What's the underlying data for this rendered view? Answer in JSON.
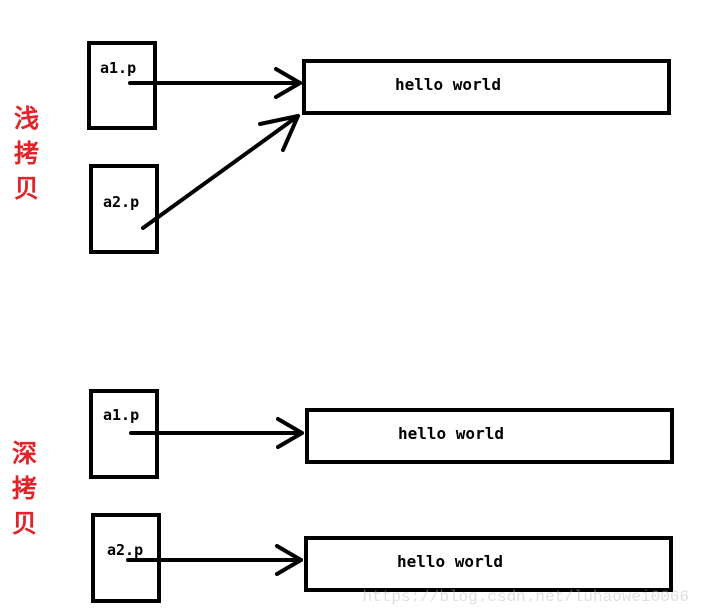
{
  "colors": {
    "ink": "#000000",
    "accent": "#e0242a",
    "watermark": "#b8b8b8"
  },
  "shallow": {
    "label": [
      "浅",
      "拷",
      "贝"
    ],
    "pointer_a1": "a1.p",
    "pointer_a2": "a2.p",
    "target_text": "hello world"
  },
  "deep": {
    "label": [
      "深",
      "拷",
      "贝"
    ],
    "pointer_a1": "a1.p",
    "pointer_a2": "a2.p",
    "target_text_1": "hello world",
    "target_text_2": "hello world"
  },
  "watermark": "https://blog.csdn.net/luhaowei0066"
}
